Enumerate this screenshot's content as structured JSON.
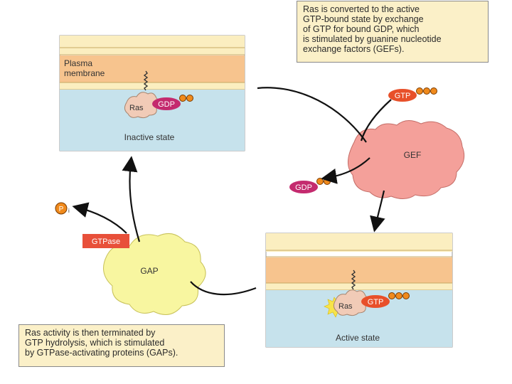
{
  "captions": {
    "gef": "Ras is converted to the active\nGTP-bound state by exchange\nof GTP for bound GDP, which\nis stimulated by guanine nucleotide\nexchange factors (GEFs).",
    "gap": "Ras activity is then terminated by\nGTP hydrolysis, which is stimulated\nby GTPase-activating proteins (GAPs)."
  },
  "inactive_panel": {
    "membrane_label_1": "Plasma",
    "membrane_label_2": "membrane",
    "ras": "Ras",
    "nucleotide": "GDP",
    "state": "Inactive state"
  },
  "active_panel": {
    "ras": "Ras",
    "nucleotide": "GTP",
    "state": "Active state"
  },
  "gef": {
    "label": "GEF",
    "incoming": "GTP",
    "released": "GDP"
  },
  "gap": {
    "label": "GAP",
    "gtpase": "GTPase",
    "phosphate": "P",
    "phosphate_sub": "i"
  },
  "colors": {
    "membrane_top": "#fbeec0",
    "membrane_mid": "#f7c48e",
    "cytoplasm": "#c6e2ec",
    "ras": "#f1cbb7",
    "gdp": "#c42a6e",
    "gtp": "#e8502a",
    "gef": "#f4a09a",
    "gap": "#f8f6a0",
    "gtpase": "#e8503a"
  }
}
